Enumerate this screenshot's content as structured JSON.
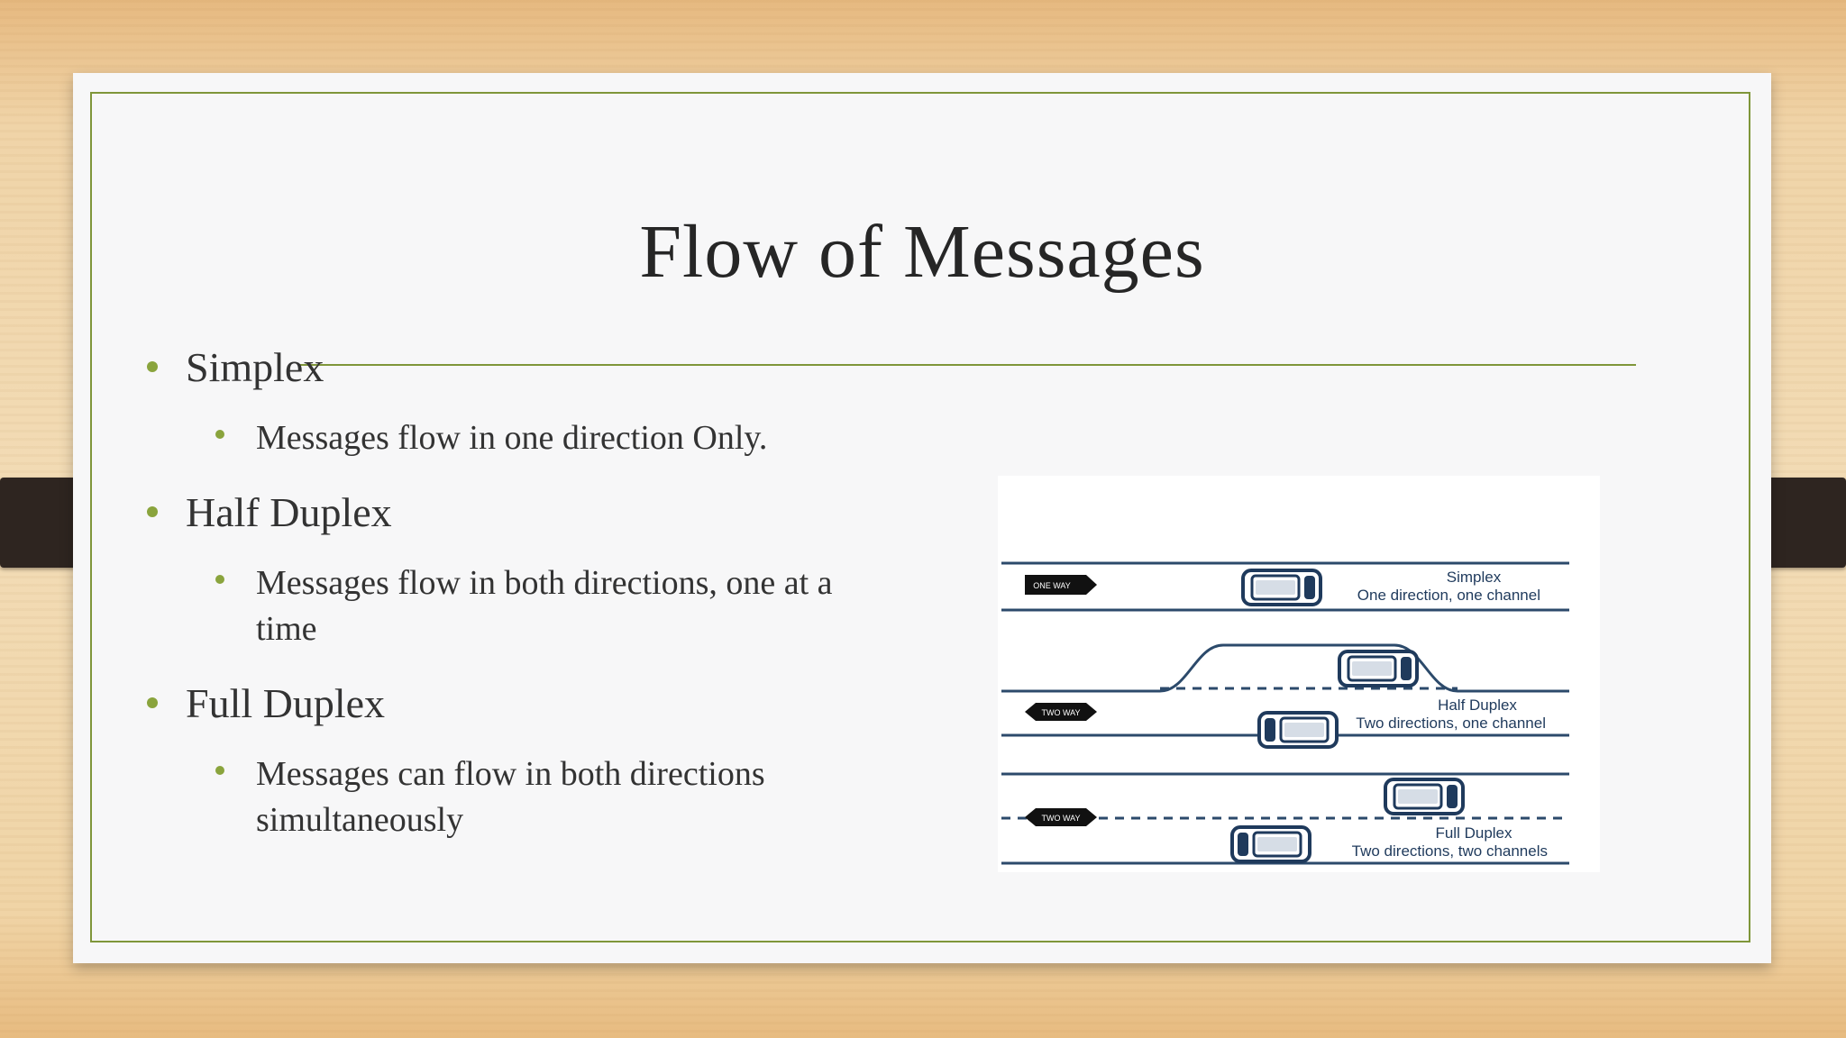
{
  "slide": {
    "title": "Flow of Messages",
    "bullets": [
      {
        "label": "Simplex",
        "sub": "Messages flow in one direction Only."
      },
      {
        "label": "Half Duplex",
        "sub_line1": "Messages flow in both directions, one at a",
        "sub_line2": "time"
      },
      {
        "label": "Full Duplex",
        "sub_line1": "Messages can flow in both directions",
        "sub_line2": "simultaneously"
      }
    ]
  },
  "diagram": {
    "simplex": {
      "sign": "ONE WAY",
      "title": "Simplex",
      "caption": "One direction, one channel"
    },
    "half_duplex": {
      "sign": "TWO WAY",
      "title": "Half Duplex",
      "caption": "Two directions, one channel"
    },
    "full_duplex": {
      "sign": "TWO WAY",
      "title": "Full Duplex",
      "caption": "Two directions, two channels"
    }
  },
  "colors": {
    "accent": "#7f963a",
    "bullet": "#8aa43d",
    "diagram_navy": "#1f3a5c",
    "road_line": "#2c4a6b"
  }
}
